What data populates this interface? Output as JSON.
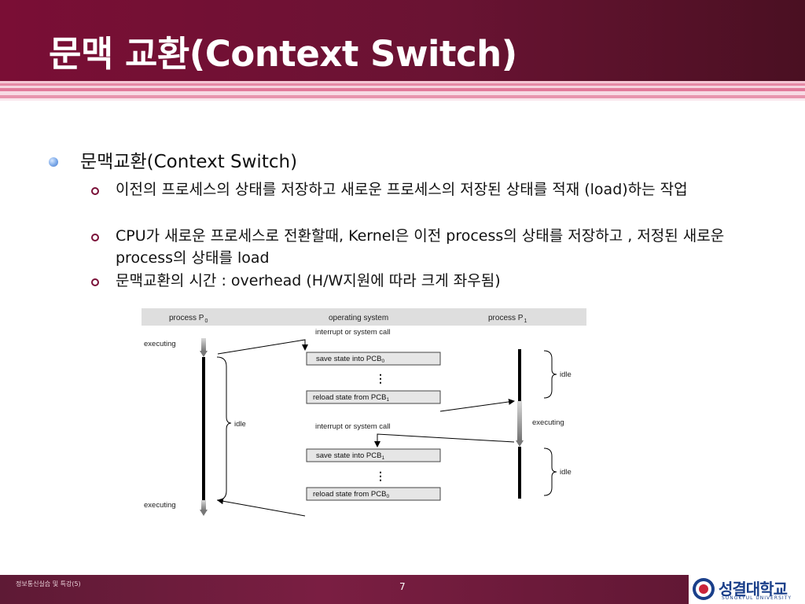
{
  "title": "문맥 교환(Context Switch)",
  "bullet_main": "문맥교환(Context Switch)",
  "sub_bullets": [
    "이전의 프로세스의 상태를 저장하고 새로운 프로세스의 저장된 상태를 적재 (load)하는 작업",
    "CPU가 새로운 프로세스로 전환할때, Kernel은 이전 process의 상태를 저장하고 , 저정된 새로운 process의 상태를 load",
    "문맥교환의 시간 : overhead (H/W지원에 따라 크게 좌우됨)"
  ],
  "diagram": {
    "col_p0": "process P",
    "col_p0_sub": "0",
    "col_os": "operating system",
    "col_p1": "process P",
    "col_p1_sub": "1",
    "executing": "executing",
    "idle": "idle",
    "interrupt": "interrupt or system call",
    "save_pcb0": "save state into PCB",
    "save_pcb0_sub": "0",
    "reload_pcb1": "reload state from PCB",
    "reload_pcb1_sub": "1",
    "save_pcb1": "save state into PCB",
    "save_pcb1_sub": "1",
    "reload_pcb0": "reload state from PCB",
    "reload_pcb0_sub": "0",
    "dots": "⋮"
  },
  "footer": {
    "left": "정보통신실습 및 특강(5)",
    "page": "7",
    "logo": "성결대학교",
    "logo_sub": "SUNGKYUL UNIVERSITY"
  },
  "colors": {
    "header": "#6a1333",
    "accent": "#7a1038",
    "footer": "#6a1a38",
    "logo_blue": "#1a3f8a"
  }
}
